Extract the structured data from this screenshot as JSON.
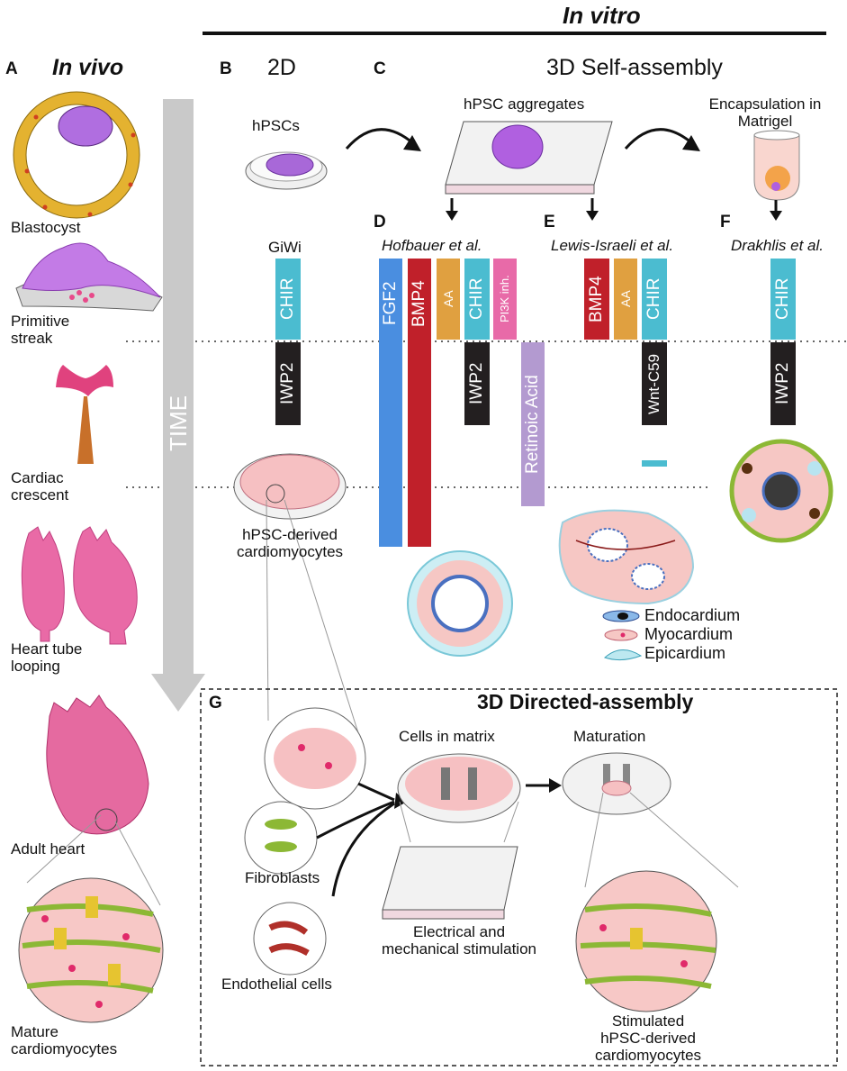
{
  "header": {
    "in_vitro": "In vitro"
  },
  "panels": {
    "A": {
      "letter": "A",
      "title": "In vivo"
    },
    "B": {
      "letter": "B",
      "title": "2D"
    },
    "C": {
      "letter": "C",
      "title": "3D Self-assembly"
    },
    "D": {
      "letter": "D",
      "ref": "Hofbauer et al."
    },
    "E": {
      "letter": "E",
      "ref": "Lewis-Israeli et al."
    },
    "F": {
      "letter": "F",
      "ref": "Drakhlis et al."
    },
    "G": {
      "letter": "G",
      "title": "3D Directed-assembly"
    }
  },
  "invivo_stages": [
    "Blastocyst",
    "Primitive",
    "streak",
    "Cardiac",
    "crescent",
    "Heart tube",
    "looping",
    "Adult heart",
    "Mature",
    "cardiomyocytes"
  ],
  "time_label": "TIME",
  "col_2d": {
    "hpscs": "hPSCs",
    "protocol": "GiWi",
    "chir": "CHIR",
    "iwp2": "IWP2",
    "derived_1": "hPSC-derived",
    "derived_2": "cardiomyocytes"
  },
  "col_3d": {
    "aggregates": "hPSC aggregates",
    "encaps_1": "Encapsulation in",
    "encaps_2": "Matrigel"
  },
  "factors_D": [
    "FGF2",
    "BMP4",
    "AA",
    "CHIR",
    "PI3K inh.",
    "IWP2",
    "Retinoic Acid"
  ],
  "factors_E": [
    "BMP4",
    "AA",
    "CHIR",
    "Wnt-C59"
  ],
  "factors_F": [
    "CHIR",
    "IWP2"
  ],
  "legend": [
    "Endocardium",
    "Myocardium",
    "Epicardium"
  ],
  "directed": {
    "cells_in_matrix": "Cells in matrix",
    "maturation": "Maturation",
    "fibroblasts": "Fibroblasts",
    "endothelial": "Endothelial cells",
    "stim_1": "Electrical and",
    "stim_2": "mechanical stimulation",
    "result_1": "Stimulated",
    "result_2": "hPSC-derived",
    "result_3": "cardiomyocytes"
  },
  "colors": {
    "chir": "#4bbcd0",
    "iwp2": "#231f20",
    "fgf2": "#4a8ee0",
    "bmp4": "#c0202a",
    "aa": "#e0a040",
    "pi3k": "#e86aa8",
    "retinoic": "#b39ad0",
    "time_arrow": "#c9c9c9",
    "pink": "#e85a9a",
    "myo_pink": "#f6c7c4"
  }
}
